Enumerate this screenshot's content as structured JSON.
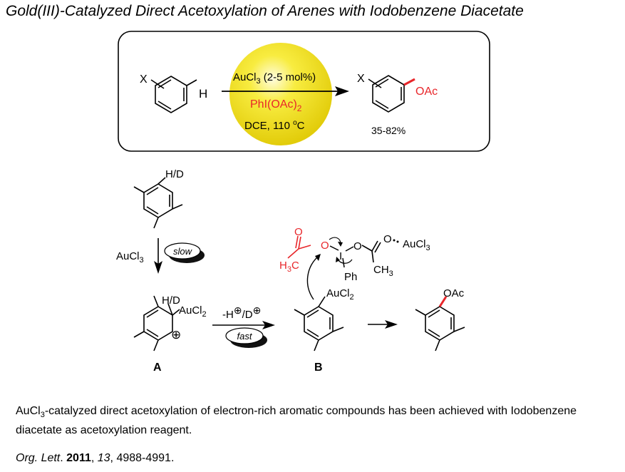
{
  "title": "Gold(III)-Catalyzed Direct Acetoxylation of Arenes with Iodobenzene Diacetate",
  "reaction": {
    "substituent_label": "X",
    "h_label": "H",
    "conditions": {
      "catalyst": "AuCl",
      "catalyst_sub": "3",
      "catalyst_loading": " (2-5 mol%)",
      "oxidant_main": "PhI(OAc)",
      "oxidant_sub": "2",
      "solvent_temp": "DCE, 110 ",
      "degree": "o",
      "celsius": "C"
    },
    "product_label": "OAc",
    "yield": "35-82%"
  },
  "mechanism": {
    "hd_label": "H/D",
    "aucl3_main": "AuCl",
    "aucl3_sub": "3",
    "slow_label": "slow",
    "fast_label": "fast",
    "aucl2_main": "AuCl",
    "aucl2_sub": "2",
    "plus_label": "⊕",
    "minus_h": "-H",
    "slash_d": "/D",
    "label_a": "A",
    "label_b": "B",
    "h3c_main": "H",
    "h3c_sub": "3",
    "h3c_tail": "C",
    "o_label": "O",
    "i_label": "I",
    "ph_label": "Ph",
    "ch3_main": "CH",
    "ch3_sub": "3",
    "au_coord": "AuCl",
    "au_coord_sub": "3",
    "oac_label": "OAc"
  },
  "caption": {
    "part1": "AuCl",
    "sub": "3",
    "part2": "-catalyzed direct acetoxylation of electron-rich aromatic compounds has been achieved with Iodobenzene diacetate as acetoxylation reagent."
  },
  "reference": {
    "journal": "Org. Lett",
    "dot": ". ",
    "year": "2011",
    "sep1": ", ",
    "volume": "13",
    "pages": ", 4988-4991."
  },
  "colors": {
    "red": "#e8262a",
    "sphere": "#f2e224"
  }
}
